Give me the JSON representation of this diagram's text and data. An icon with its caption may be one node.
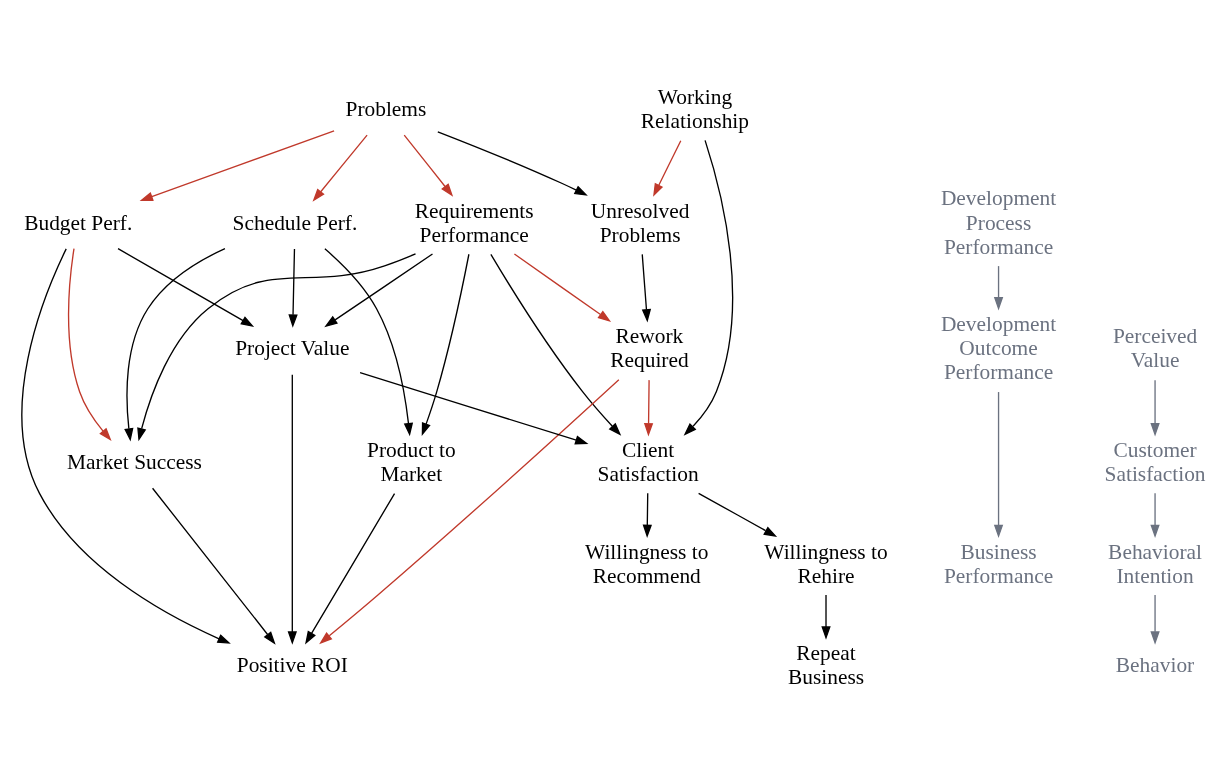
{
  "diagram": {
    "nodes": [
      {
        "text": [
          "Problems"
        ]
      },
      {
        "text": [
          "Working Relationship"
        ]
      },
      {
        "text": [
          "Budget Perf."
        ]
      },
      {
        "text": [
          "Schedule Perf."
        ]
      },
      {
        "text": [
          "Requirements Performance"
        ]
      },
      {
        "text": [
          "Unresolved Problems"
        ]
      },
      {
        "text": [
          "Rework Required"
        ]
      },
      {
        "text": [
          "Project Value"
        ]
      },
      {
        "text": [
          "Product to Market"
        ]
      },
      {
        "text": [
          "Client Satisfaction"
        ]
      },
      {
        "text": [
          "Market Success"
        ]
      },
      {
        "text": [
          "Willingness to Recommend"
        ]
      },
      {
        "text": [
          "Willingness to Rehire"
        ]
      },
      {
        "text": [
          "Positive ROI"
        ]
      },
      {
        "text": [
          "Repeat Business"
        ]
      },
      {
        "text": [
          "Development Process Performance"
        ]
      },
      {
        "text": [
          "Development Outcome Performance"
        ]
      },
      {
        "text": [
          "Business Performance"
        ]
      },
      {
        "text": [
          "Perceived Value"
        ]
      },
      {
        "text": [
          "Customer Satisfaction"
        ]
      },
      {
        "text": [
          "Behavioral Intention"
        ]
      },
      {
        "text": [
          "Behavior"
        ]
      }
    ],
    "edges": [
      {
        "from": 0,
        "to": 2,
        "arrow": "to",
        "color": "#c0392b"
      },
      {
        "from": 0,
        "to": 3,
        "arrow": "to",
        "color": "#c0392b"
      },
      {
        "from": 0,
        "to": 4,
        "arrow": "to",
        "color": "#c0392b"
      },
      {
        "from": 0,
        "to": 5,
        "arrow": "to"
      },
      {
        "from": 1,
        "to": 5,
        "arrow": "to",
        "color": "#c0392b"
      },
      {
        "from": 1,
        "to": 9,
        "arrow": "to"
      },
      {
        "from": 2,
        "to": 13,
        "arrow": "to"
      },
      {
        "from": 2,
        "to": 10,
        "arrow": "to",
        "color": "#c0392b"
      },
      {
        "from": 2,
        "to": 7,
        "arrow": "to"
      },
      {
        "from": 3,
        "to": 10,
        "arrow": "to"
      },
      {
        "from": 3,
        "to": 8,
        "arrow": "to"
      },
      {
        "from": 3,
        "to": 7,
        "arrow": "to"
      },
      {
        "from": 4,
        "to": 10,
        "arrow": "to"
      },
      {
        "from": 4,
        "to": 8,
        "arrow": "to"
      },
      {
        "from": 4,
        "to": 6,
        "arrow": "to",
        "color": "#c0392b"
      },
      {
        "from": 4,
        "to": 9,
        "arrow": "to"
      },
      {
        "from": 4,
        "to": 7,
        "arrow": "to"
      },
      {
        "from": 5,
        "to": 6,
        "arrow": "to"
      },
      {
        "from": 6,
        "to": 13,
        "arrow": "to",
        "color": "#c0392b"
      },
      {
        "from": 6,
        "to": 9,
        "arrow": "to",
        "color": "#c0392b"
      },
      {
        "from": 7,
        "to": 13,
        "arrow": "to"
      },
      {
        "from": 7,
        "to": 9,
        "arrow": "to"
      },
      {
        "from": 8,
        "to": 13,
        "arrow": "to"
      },
      {
        "from": 10,
        "to": 13,
        "arrow": "to"
      },
      {
        "from": 9,
        "to": 11,
        "arrow": "to"
      },
      {
        "from": 9,
        "to": 12,
        "arrow": "to"
      },
      {
        "from": 12,
        "to": 14,
        "arrow": "to"
      },
      {
        "from": 15,
        "to": 16,
        "arrow": "to",
        "color": "#6b7280"
      },
      {
        "from": 16,
        "to": 17,
        "arrow": "to",
        "color": "#6b7280"
      },
      {
        "from": 18,
        "to": 19,
        "arrow": "to",
        "color": "#6b7280"
      },
      {
        "from": 19,
        "to": 20,
        "arrow": "to",
        "color": "#6b7280"
      },
      {
        "from": 20,
        "to": 21,
        "arrow": "to",
        "color": "#6b7280"
      }
    ]
  }
}
